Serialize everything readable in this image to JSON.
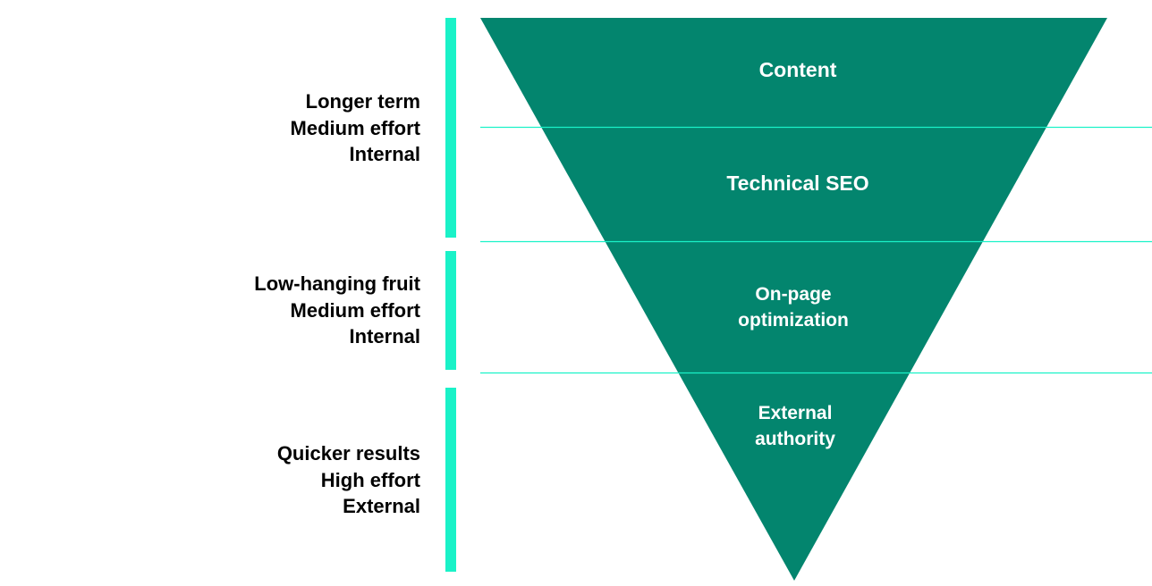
{
  "colors": {
    "funnel_fill": "#03856e",
    "accent": "#1af2c8",
    "label_text": "#000000",
    "funnel_text": "#ffffff"
  },
  "groups": [
    {
      "lines": [
        "Longer term",
        "Medium effort",
        "Internal"
      ]
    },
    {
      "lines": [
        "Low-hanging fruit",
        "Medium effort",
        "Internal"
      ]
    },
    {
      "lines": [
        "Quicker results",
        "High effort",
        "External"
      ]
    }
  ],
  "funnel": {
    "layers": [
      {
        "lines": [
          "Content"
        ]
      },
      {
        "lines": [
          "Technical SEO"
        ]
      },
      {
        "lines": [
          "On-page",
          "optimization"
        ]
      },
      {
        "lines": [
          "External",
          "authority"
        ]
      }
    ]
  }
}
